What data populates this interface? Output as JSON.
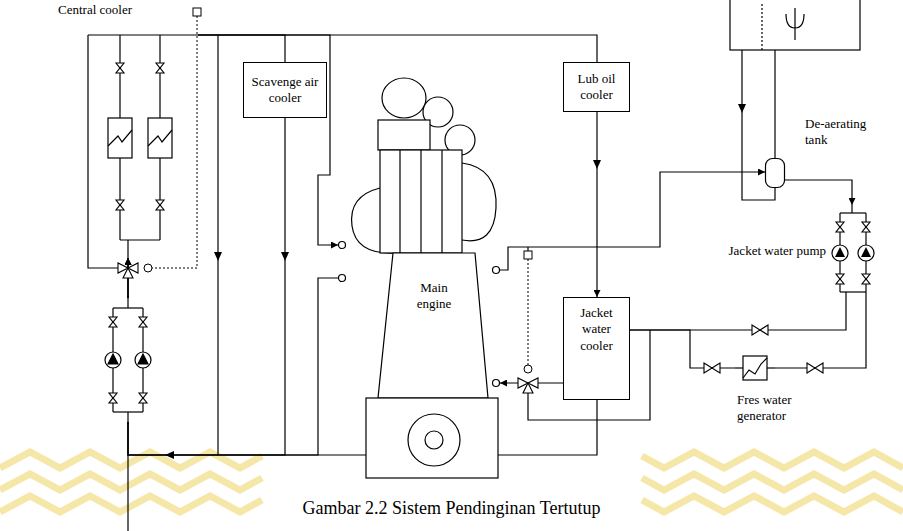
{
  "diagram": {
    "caption": "Gambar 2.2 Sistem Pendinginan Tertutup",
    "nodes": [
      {
        "text": [
          "Central cooler"
        ]
      },
      {
        "text": [
          "Scavenge air cooler"
        ]
      },
      {
        "text": [
          "Lub oil cooler"
        ]
      },
      {
        "text": [
          "Main engine"
        ]
      },
      {
        "text": [
          "Jacket water cooler"
        ]
      },
      {
        "text": [
          "De-aerating tank"
        ]
      },
      {
        "text": [
          "Jacket water pump"
        ]
      },
      {
        "text": [
          "Fres water generator"
        ]
      }
    ],
    "edges": [
      {
        "from": 0,
        "to": 1,
        "arrow": "none"
      },
      {
        "from": 0,
        "to": 2,
        "arrow": "none"
      },
      {
        "from": 0,
        "to": 3,
        "arrow": "to"
      },
      {
        "from": 1,
        "to": 0,
        "arrow": "to"
      },
      {
        "from": 2,
        "to": 4,
        "arrow": "to"
      },
      {
        "from": 4,
        "to": 0,
        "arrow": "to"
      },
      {
        "from": 3,
        "to": 0,
        "arrow": "to"
      },
      {
        "from": 3,
        "to": 5,
        "arrow": "to"
      },
      {
        "from": 5,
        "to": 6,
        "arrow": "to"
      },
      {
        "from": 6,
        "to": 4,
        "arrow": "none"
      },
      {
        "from": 6,
        "to": 7,
        "arrow": "none"
      },
      {
        "from": 7,
        "to": 4,
        "arrow": "none"
      },
      {
        "from": 4,
        "to": 3,
        "arrow": "to"
      }
    ]
  }
}
